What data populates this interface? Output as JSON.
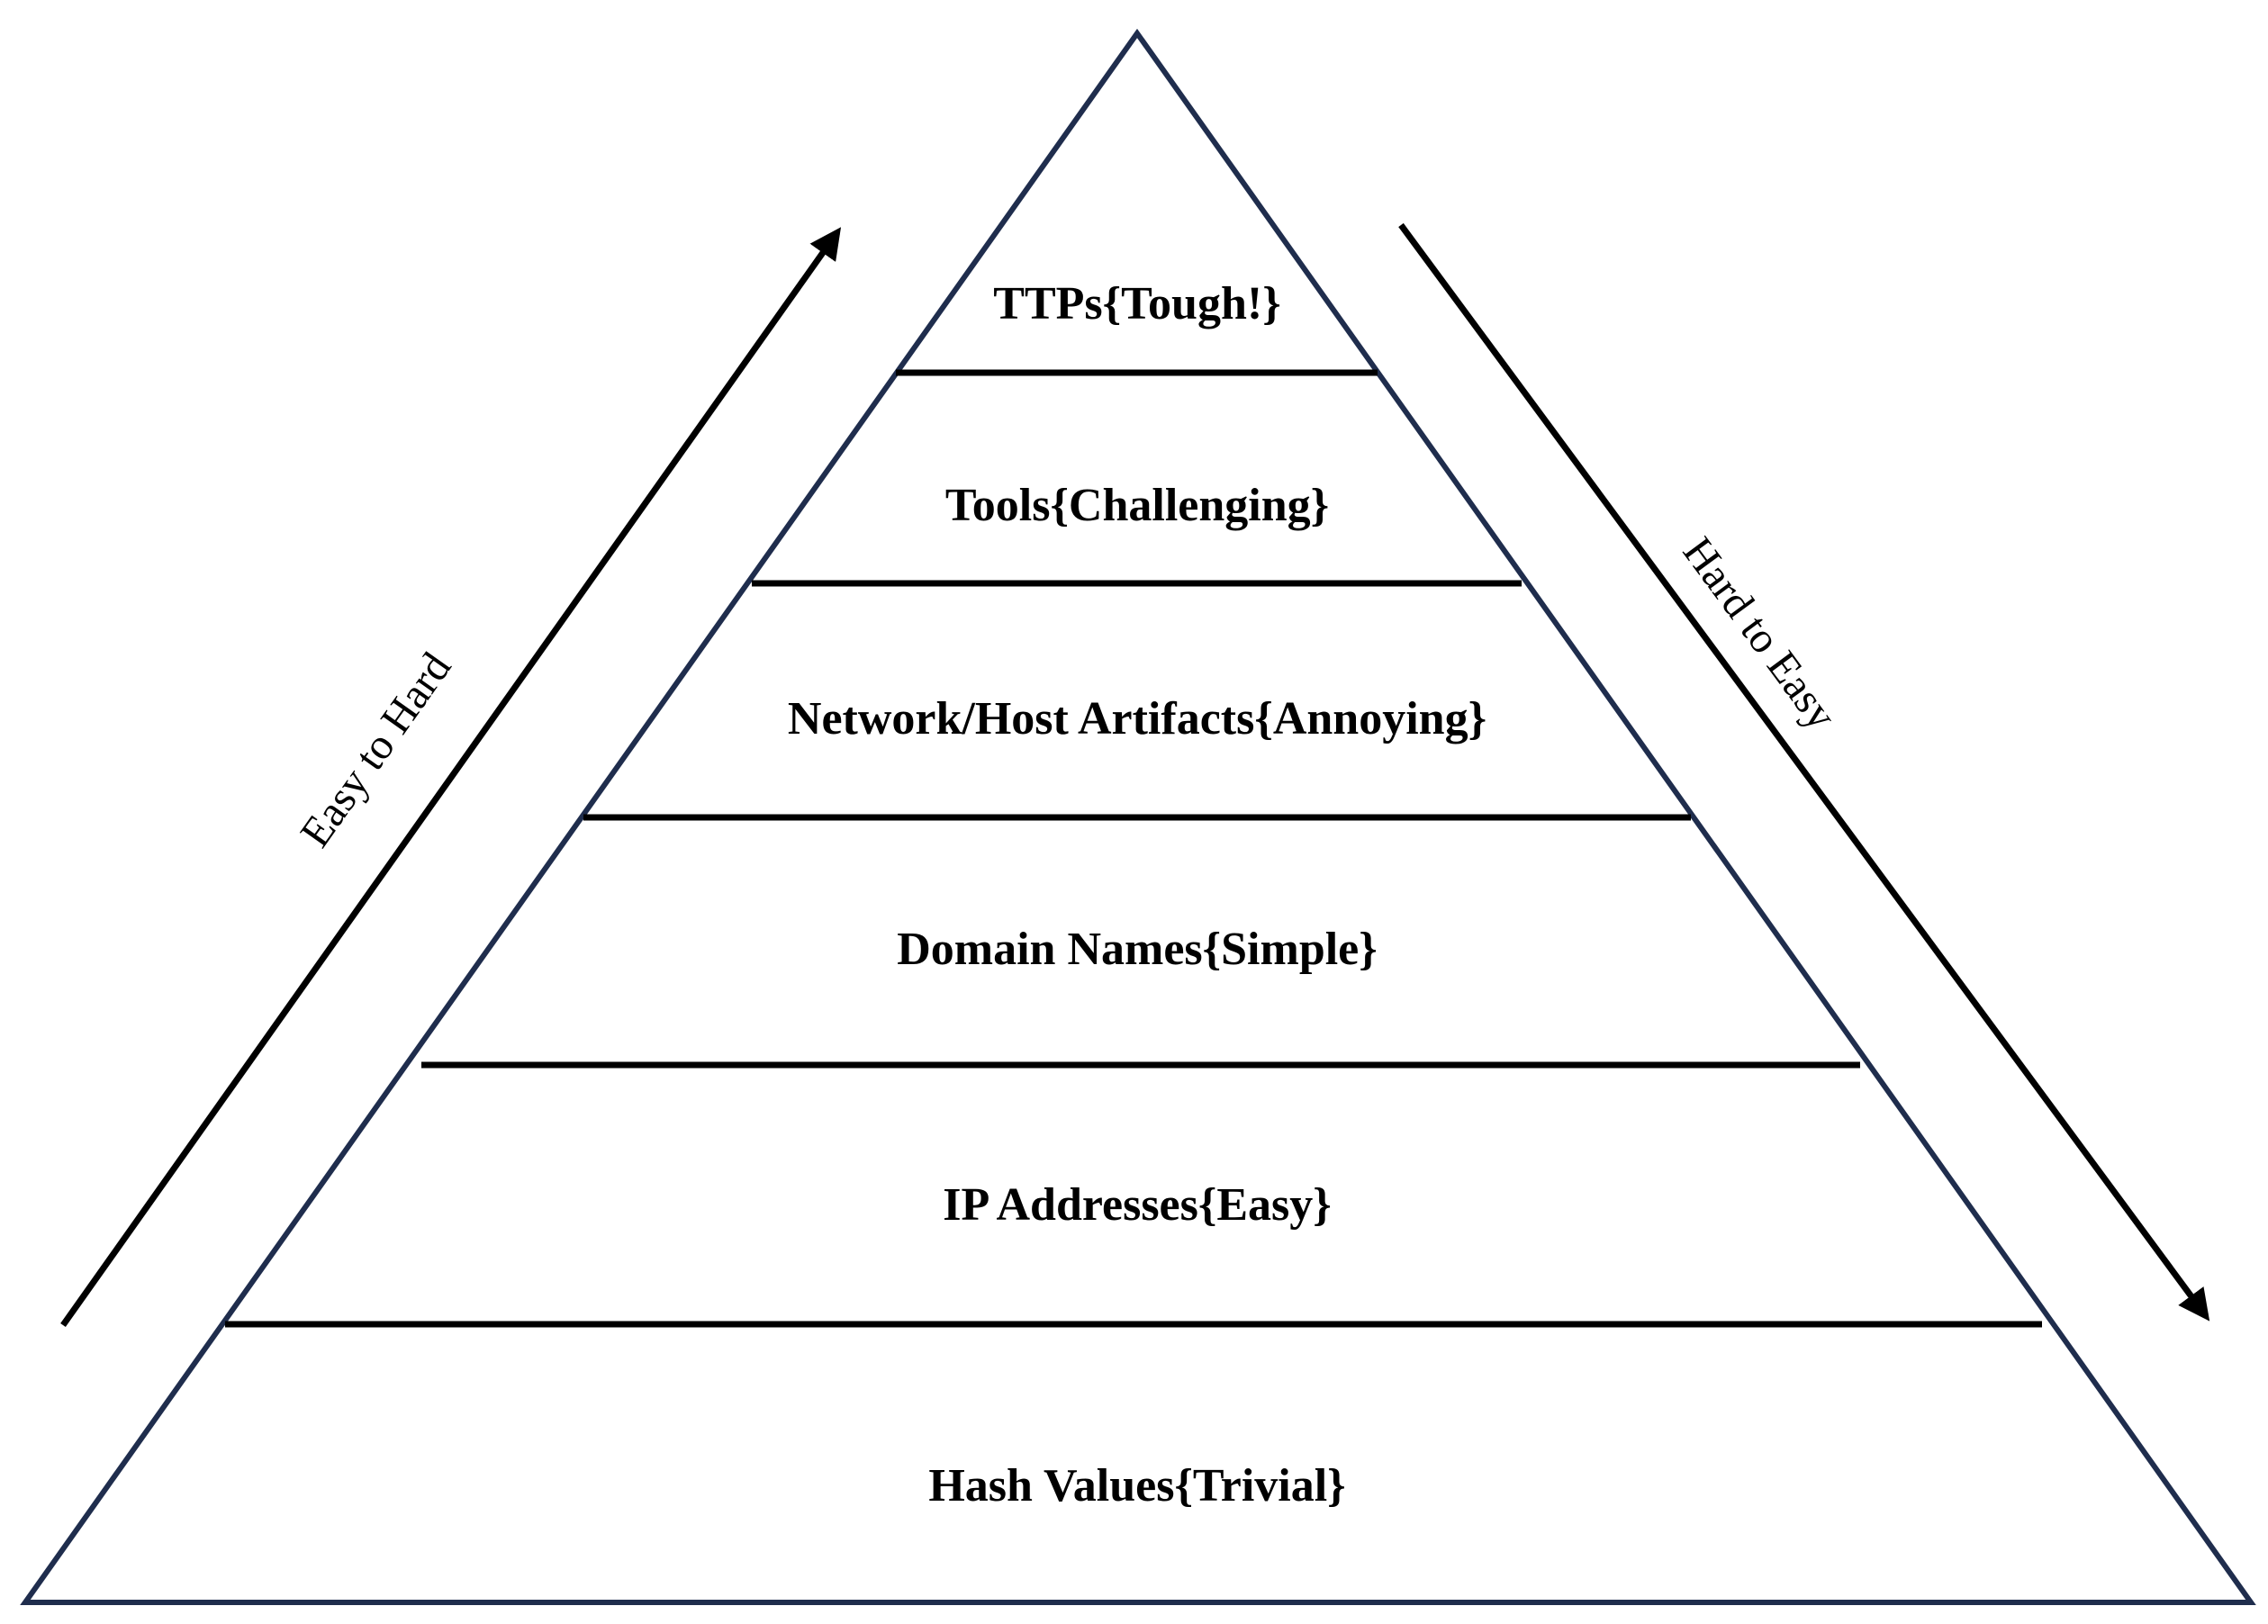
{
  "pyramid": {
    "outline_color": "#1f2d4d",
    "divider_color": "#000000",
    "tiers": [
      {
        "label": "TTPs{Tough!}"
      },
      {
        "label": "Tools{Challenging}"
      },
      {
        "label": "Network/Host Artifacts{Annoying}"
      },
      {
        "label": "Domain Names{Simple}"
      },
      {
        "label": "IP Addresses{Easy}"
      },
      {
        "label": "Hash Values{Trivial}"
      }
    ]
  },
  "arrows": {
    "left": {
      "label": "Easy to Hard"
    },
    "right": {
      "label": "Hard to Easy"
    }
  }
}
